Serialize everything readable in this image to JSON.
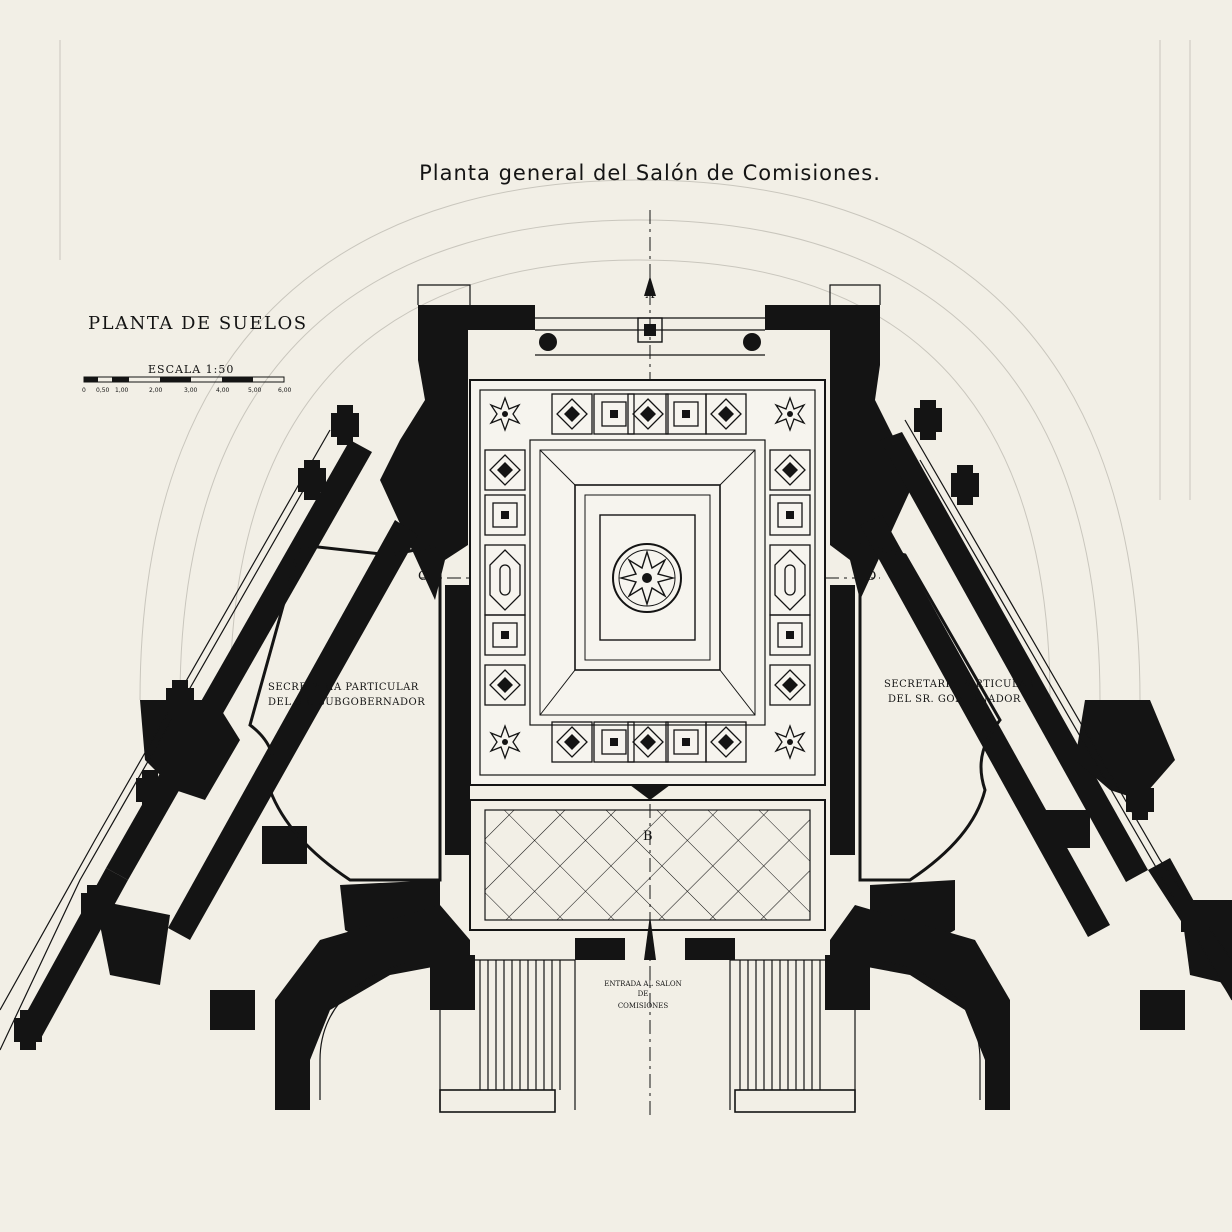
{
  "title": "Planta general del Salón de Comisiones.",
  "subtitle": "PLANTA DE SUELOS",
  "scale": {
    "label": "ESCALA 1:50",
    "ticks": [
      "0",
      "0,50",
      "1,00",
      "2,00",
      "3,00",
      "4,00",
      "5,00",
      "6,00"
    ]
  },
  "section_markers": {
    "a": "A",
    "b": "B",
    "c": "C",
    "d": "D"
  },
  "rooms": {
    "left_line1": "SECRETARIA PARTICULAR",
    "left_line2": "DEL SR. SUBGOBERNADOR",
    "right_line1": "SECRETARIA PARTICULAR",
    "right_line2": "DEL SR. GOBERNADOR"
  },
  "entrance": {
    "line1": "ENTRADA AL SALON",
    "line2": "DE",
    "line3": "COMISIONES"
  },
  "colors": {
    "paper": "#f2efe6",
    "ink": "#141414",
    "faint": "#c9c6bd"
  }
}
